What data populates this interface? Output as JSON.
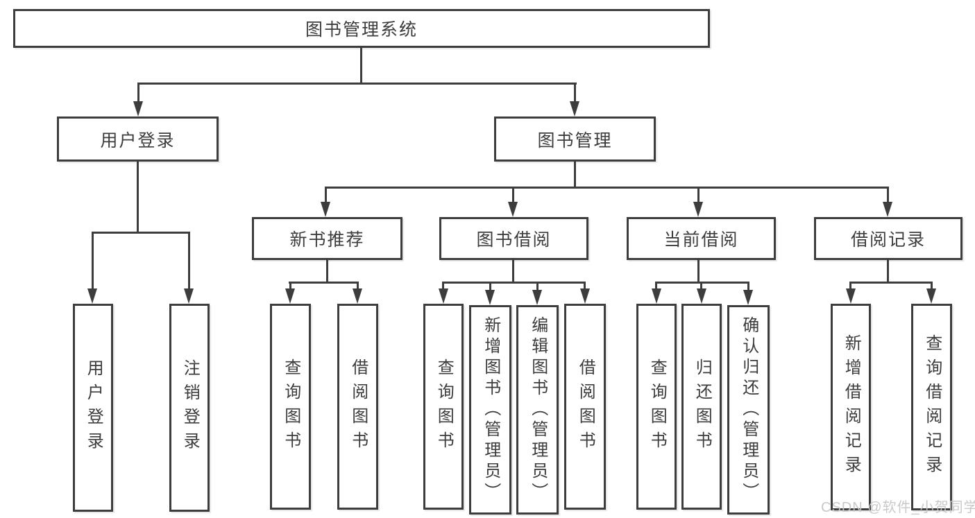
{
  "diagram": {
    "root": {
      "label": "图书管理系统"
    },
    "branches": [
      {
        "label": "用户登录",
        "children": [
          "用户登录",
          "注销登录"
        ]
      },
      {
        "label": "图书管理",
        "groups": [
          {
            "label": "新书推荐",
            "children": [
              "查询图书",
              "借阅图书"
            ]
          },
          {
            "label": "图书借阅",
            "children": [
              "查询图书",
              "新增图书（管理员）",
              "编辑图书（管理员）",
              "借阅图书"
            ]
          },
          {
            "label": "当前借阅",
            "children": [
              "查询图书",
              "归还图书",
              "确认归还（管理员）"
            ]
          },
          {
            "label": "借阅记录",
            "children": [
              "新增借阅记录",
              "查询借阅记录"
            ]
          }
        ]
      }
    ]
  },
  "watermark": {
    "text": "CSDN @软件_小贺同学"
  },
  "colors": {
    "line": "#3d3d3d",
    "text": "#3c3c3c",
    "box_background": "#ffffff",
    "page_background": "#ffffff",
    "watermark": "#c6c6c6"
  }
}
